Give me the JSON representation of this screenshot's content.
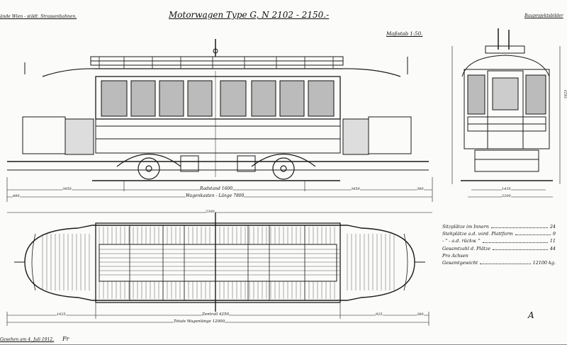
{
  "header": {
    "left": "ände Wien - städt. Strassenbahnen.",
    "title": "Motorwagen Type G, N 2102 - 2150.-",
    "right": "Bauprojektsbilder",
    "scale": "Maßstab 1:50."
  },
  "dimensions": {
    "radstand": "Radstand 1600",
    "kasten": "Wagenkasten - Länge 7800",
    "side_left": "3450",
    "side_right": "3450",
    "end_left": "480",
    "end_right": "380",
    "zentral": "Zentrall 4250",
    "total": "Totale Wagenlänge 12000",
    "plan_left": "1025",
    "plan_right": "925",
    "plan_end": "380",
    "top_mid": "2300",
    "end_height": "3425",
    "end_width": "1435",
    "end_width2": "2200"
  },
  "specs": [
    {
      "label": "Sitzplätze im Innern",
      "value": "24"
    },
    {
      "label": "Stehplätze a.d. vord. Plattform",
      "value": "9"
    },
    {
      "label": "- \" - a.d. rückw. \"",
      "value": "11"
    },
    {
      "label": "Gesamtzahl d. Plätze",
      "value": "44"
    },
    {
      "label": "Pro Achsen",
      "value": ""
    },
    {
      "label": "Gesamtgewicht",
      "value": "12100 kg."
    }
  ],
  "footer": {
    "date": "Gesehen am 4. Juli 1912.",
    "initials": "Fr",
    "mark": "A"
  }
}
